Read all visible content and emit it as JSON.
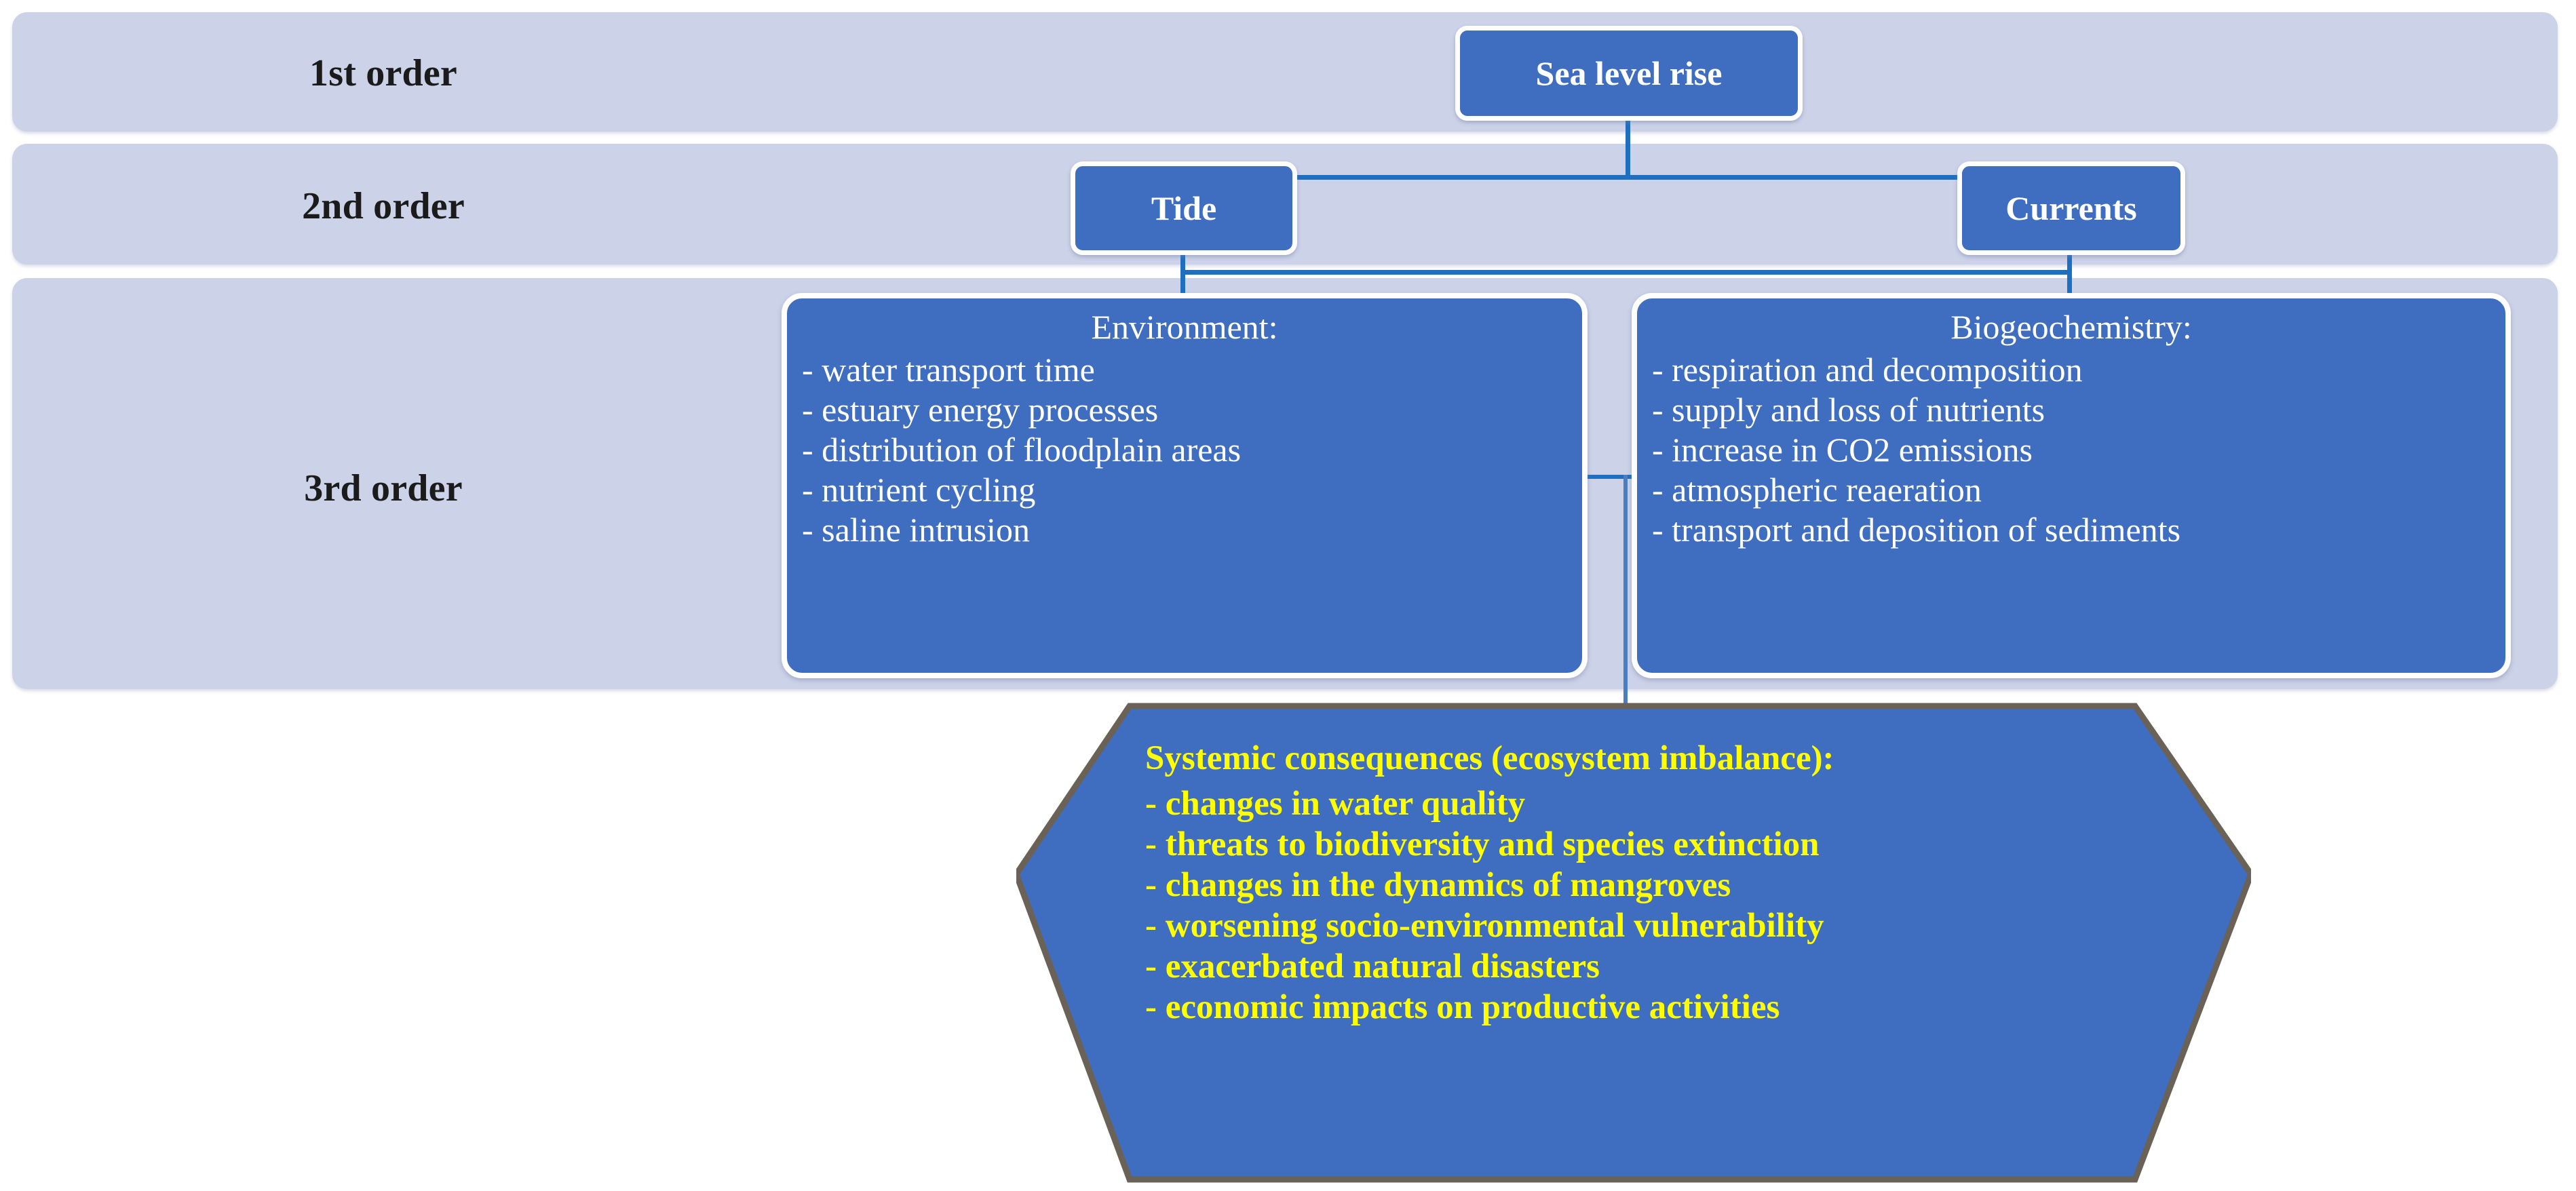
{
  "diagram": {
    "title": "Sea level rise cascading impacts hierarchy",
    "colors": {
      "band_fill": "#ccd2e8",
      "node_fill": "#3f6dc0",
      "node_border": "#ffffff",
      "connector": "#1f6fc0",
      "hexagon_fill": "#3f6dc0",
      "hexagon_outline": "#6b6257",
      "hexagon_text": "#ffff00",
      "band_label_text": "#1b1b1b",
      "node_text": "#ffffff"
    },
    "orders": [
      {
        "id": "order-1",
        "label": "1st order"
      },
      {
        "id": "order-2",
        "label": "2nd order"
      },
      {
        "id": "order-3",
        "label": "3rd order"
      }
    ],
    "nodes": {
      "sea_level_rise": "Sea level rise",
      "tide": "Tide",
      "currents": "Currents"
    },
    "environment": {
      "heading": "Environment:",
      "items": [
        "- water transport time",
        "- estuary energy processes",
        "- distribution of floodplain areas",
        "- nutrient cycling",
        "- saline intrusion"
      ]
    },
    "biogeochemistry": {
      "heading": "Biogeochemistry:",
      "items": [
        "- respiration and decomposition",
        "- supply and loss of nutrients",
        "- increase in CO2 emissions",
        "- atmospheric reaeration",
        "- transport and deposition of sediments"
      ]
    },
    "systemic": {
      "heading": "Systemic consequences (ecosystem imbalance):",
      "items": [
        "- changes in water quality",
        "- threats to biodiversity and species extinction",
        "- changes in the dynamics of mangroves",
        "- worsening socio-environmental vulnerability",
        "- exacerbated natural disasters",
        "-  economic impacts on productive activities"
      ]
    }
  }
}
